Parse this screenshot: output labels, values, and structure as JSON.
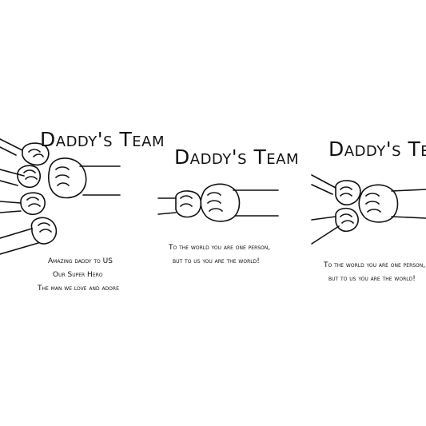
{
  "panels": [
    {
      "title": "Daddy's Team",
      "lines": [
        "Amazing daddy to US",
        "Our Super Hero",
        "The man we love and adore"
      ]
    },
    {
      "title": "Daddy's Team",
      "lines": [
        "To the world you are one person,",
        "but to us you are the world!"
      ]
    },
    {
      "title": "Daddy's Team",
      "lines": [
        "To the world you are one person,",
        "but to us you are the world!"
      ]
    }
  ]
}
